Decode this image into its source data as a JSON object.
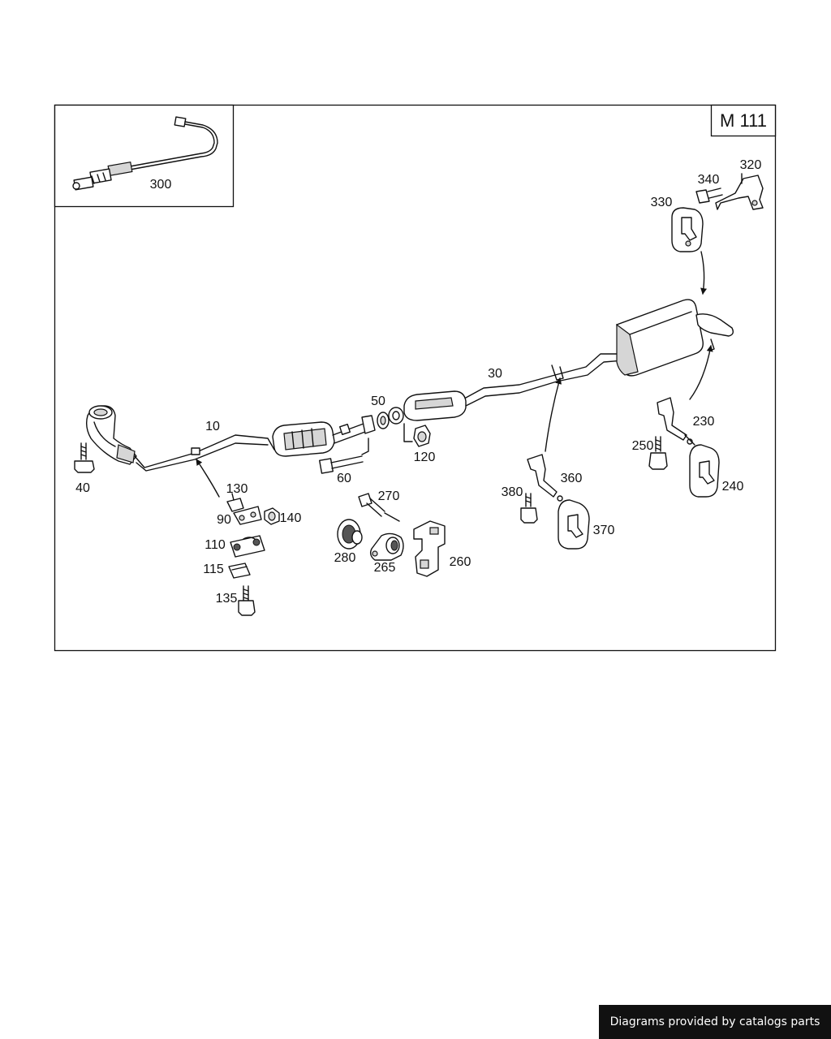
{
  "diagram": {
    "model_tag": "M 111",
    "labels": {
      "p300": "300",
      "p10": "10",
      "p40": "40",
      "p50": "50",
      "p60": "60",
      "p120": "120",
      "p30": "30",
      "p330": "330",
      "p340": "340",
      "p320": "320",
      "p230": "230",
      "p250": "250",
      "p240": "240",
      "p360": "360",
      "p380": "380",
      "p370": "370",
      "p130": "130",
      "p90": "90",
      "p140": "140",
      "p110": "110",
      "p115": "115",
      "p135": "135",
      "p270": "270",
      "p280": "280",
      "p265": "265",
      "p260": "260"
    }
  },
  "footer": {
    "credit": "Diagrams provided by catalogs parts"
  }
}
